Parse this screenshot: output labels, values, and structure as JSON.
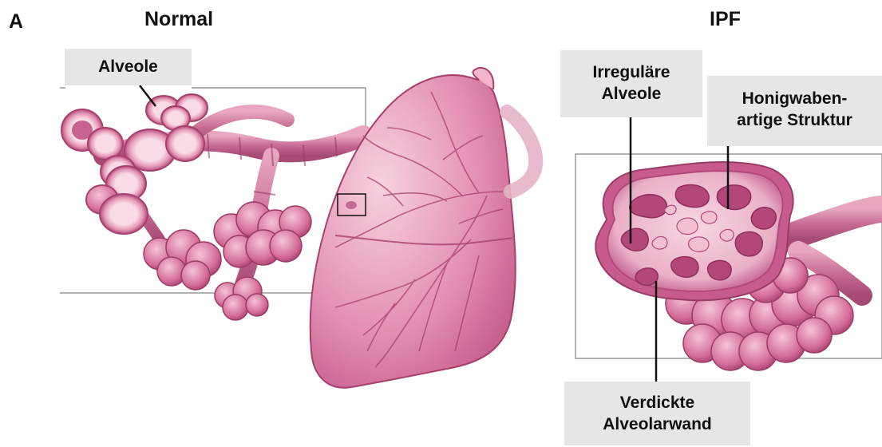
{
  "panel_letter": "A",
  "left_panel": {
    "title": "Normal",
    "labels": {
      "alveole": "Alveole"
    }
  },
  "right_panel": {
    "title": "IPF",
    "labels": {
      "irregular_line1": "Irreguläre",
      "irregular_line2": "Alveole",
      "honeycomb_line1": "Honigwaben-",
      "honeycomb_line2": "artige Struktur",
      "thickened_line1": "Verdickte",
      "thickened_line2": "Alveolarwand"
    }
  },
  "colors": {
    "tissue": "#d9709b",
    "tissue_dark": "#b34a78",
    "tissue_light": "#f3c6d8",
    "label_bg": "#e6e6e6",
    "frame": "#9a9a9a"
  }
}
